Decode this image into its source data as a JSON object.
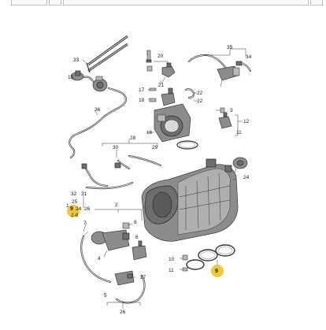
{
  "labels": {
    "l33": "33",
    "l13": "13",
    "l20": "20",
    "l35": "35",
    "l34": "34",
    "l21": "21",
    "l22a": "22",
    "l17": "17",
    "l18": "18",
    "l22b": "22",
    "l3": "3",
    "l36": "36",
    "l12": "12",
    "l16": "16",
    "l11": "11",
    "l28": "28",
    "l30": "30",
    "l29": "29",
    "l24": "24",
    "l32": "32",
    "l31": "31",
    "l25": "25",
    "l1": "1",
    "l9a": "9",
    "l24b": "24",
    "l26a": "26",
    "l2_8": "2-8",
    "l2": "2",
    "l7": "7",
    "l8": "8",
    "l4": "4",
    "l6": "6",
    "l10": "10",
    "l11b": "11",
    "l27": "27",
    "l9b": "9",
    "l5": "5",
    "l26b": "26"
  },
  "highlight_color": "#f2c21b"
}
